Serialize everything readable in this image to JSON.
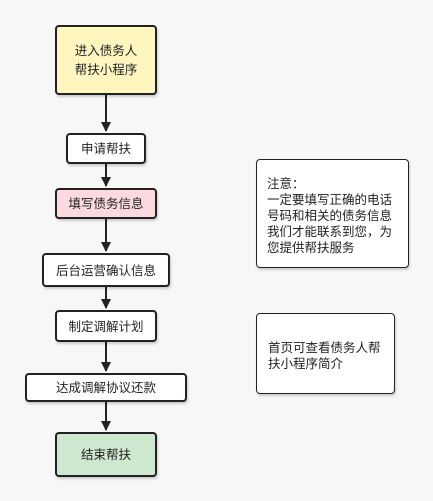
{
  "colors": {
    "start_fill": "#fff6bf",
    "highlight_fill": "#fadadf",
    "end_fill": "#cde8cf",
    "stroke": "#222222"
  },
  "flow": {
    "start": "进入债务人\n帮扶小程序",
    "apply": "申请帮扶",
    "fill": "填写债务信息",
    "confirm": "后台运营确认信息",
    "plan": "制定调解计划",
    "agree": "达成调解协议还款",
    "end": "结束帮扶"
  },
  "notes": {
    "notice": "注意：\n一定要填写正确的电话\n号码和相关的债务信息\n我们才能联系到您，为\n您提供帮扶服务",
    "home": "首页可查看债务人帮\n扶小程序简介"
  }
}
